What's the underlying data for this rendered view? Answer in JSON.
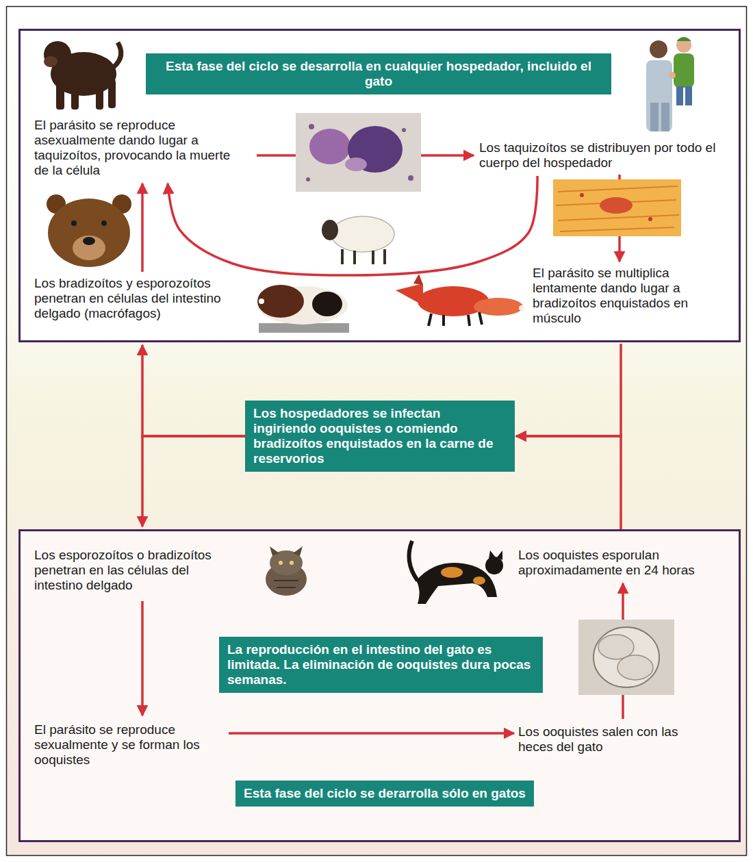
{
  "diagram": {
    "nodes": [
      {
        "text": [
          "Esta fase del ciclo se desarrolla en cualquier hospedador, incluido el gato"
        ]
      },
      {
        "text": [
          "El parásito se reproduce asexualmente dando lugar a taquizoítos, provocando la muerte de la célula"
        ],
        "in": 0
      },
      {
        "text": [
          "Los taquizoítos se distribuyen por todo el cuerpo del hospedador"
        ],
        "in": 0
      },
      {
        "text": [
          "El parásito se multiplica lentamente dando lugar a bradizoítos enquistados en músculo"
        ],
        "in": 0
      },
      {
        "text": [
          "Los bradizoítos y esporozoítos penetran en células del intestino delgado (macrófagos)"
        ],
        "in": 0
      },
      {
        "text": [
          "Los hospedadores se infectan ingiriendo ooquistes o comiendo bradizoítos enquistados en la carne de reservorios"
        ]
      },
      {
        "text": [
          "Esta fase del ciclo se derarrolla sólo en gatos"
        ]
      },
      {
        "text": [
          "Los esporozoítos o bradizoítos penetran en las células del intestino delgado"
        ],
        "in": 6
      },
      {
        "text": [
          "Los ooquistes esporulan aproximadamente en 24 horas"
        ],
        "in": 6
      },
      {
        "text": [
          "La reproducción en el intestino del gato es limitada. La eliminación de ooquistes dura pocas semanas."
        ],
        "in": 6
      },
      {
        "text": [
          "El parásito se reproduce sexualmente y se forman los ooquistes"
        ],
        "in": 6
      },
      {
        "text": [
          "Los ooquistes salen con las heces del gato"
        ],
        "in": 6
      }
    ],
    "edges": [
      {
        "from": 1,
        "to": 2,
        "arrow": "to"
      },
      {
        "from": 2,
        "to": 3,
        "arrow": "to"
      },
      {
        "from": 2,
        "to": 1,
        "arrow": "to"
      },
      {
        "from": 4,
        "to": 1,
        "arrow": "to"
      },
      {
        "from": 0,
        "to": 5,
        "arrow": "to"
      },
      {
        "from": 6,
        "to": 5,
        "arrow": "to"
      },
      {
        "from": 5,
        "to": 0,
        "arrow": "to"
      },
      {
        "from": 5,
        "to": 6,
        "arrow": "to"
      },
      {
        "from": 7,
        "to": 10,
        "arrow": "to"
      },
      {
        "from": 10,
        "to": 11,
        "arrow": "to"
      },
      {
        "from": 11,
        "to": 8,
        "arrow": "to"
      }
    ]
  }
}
